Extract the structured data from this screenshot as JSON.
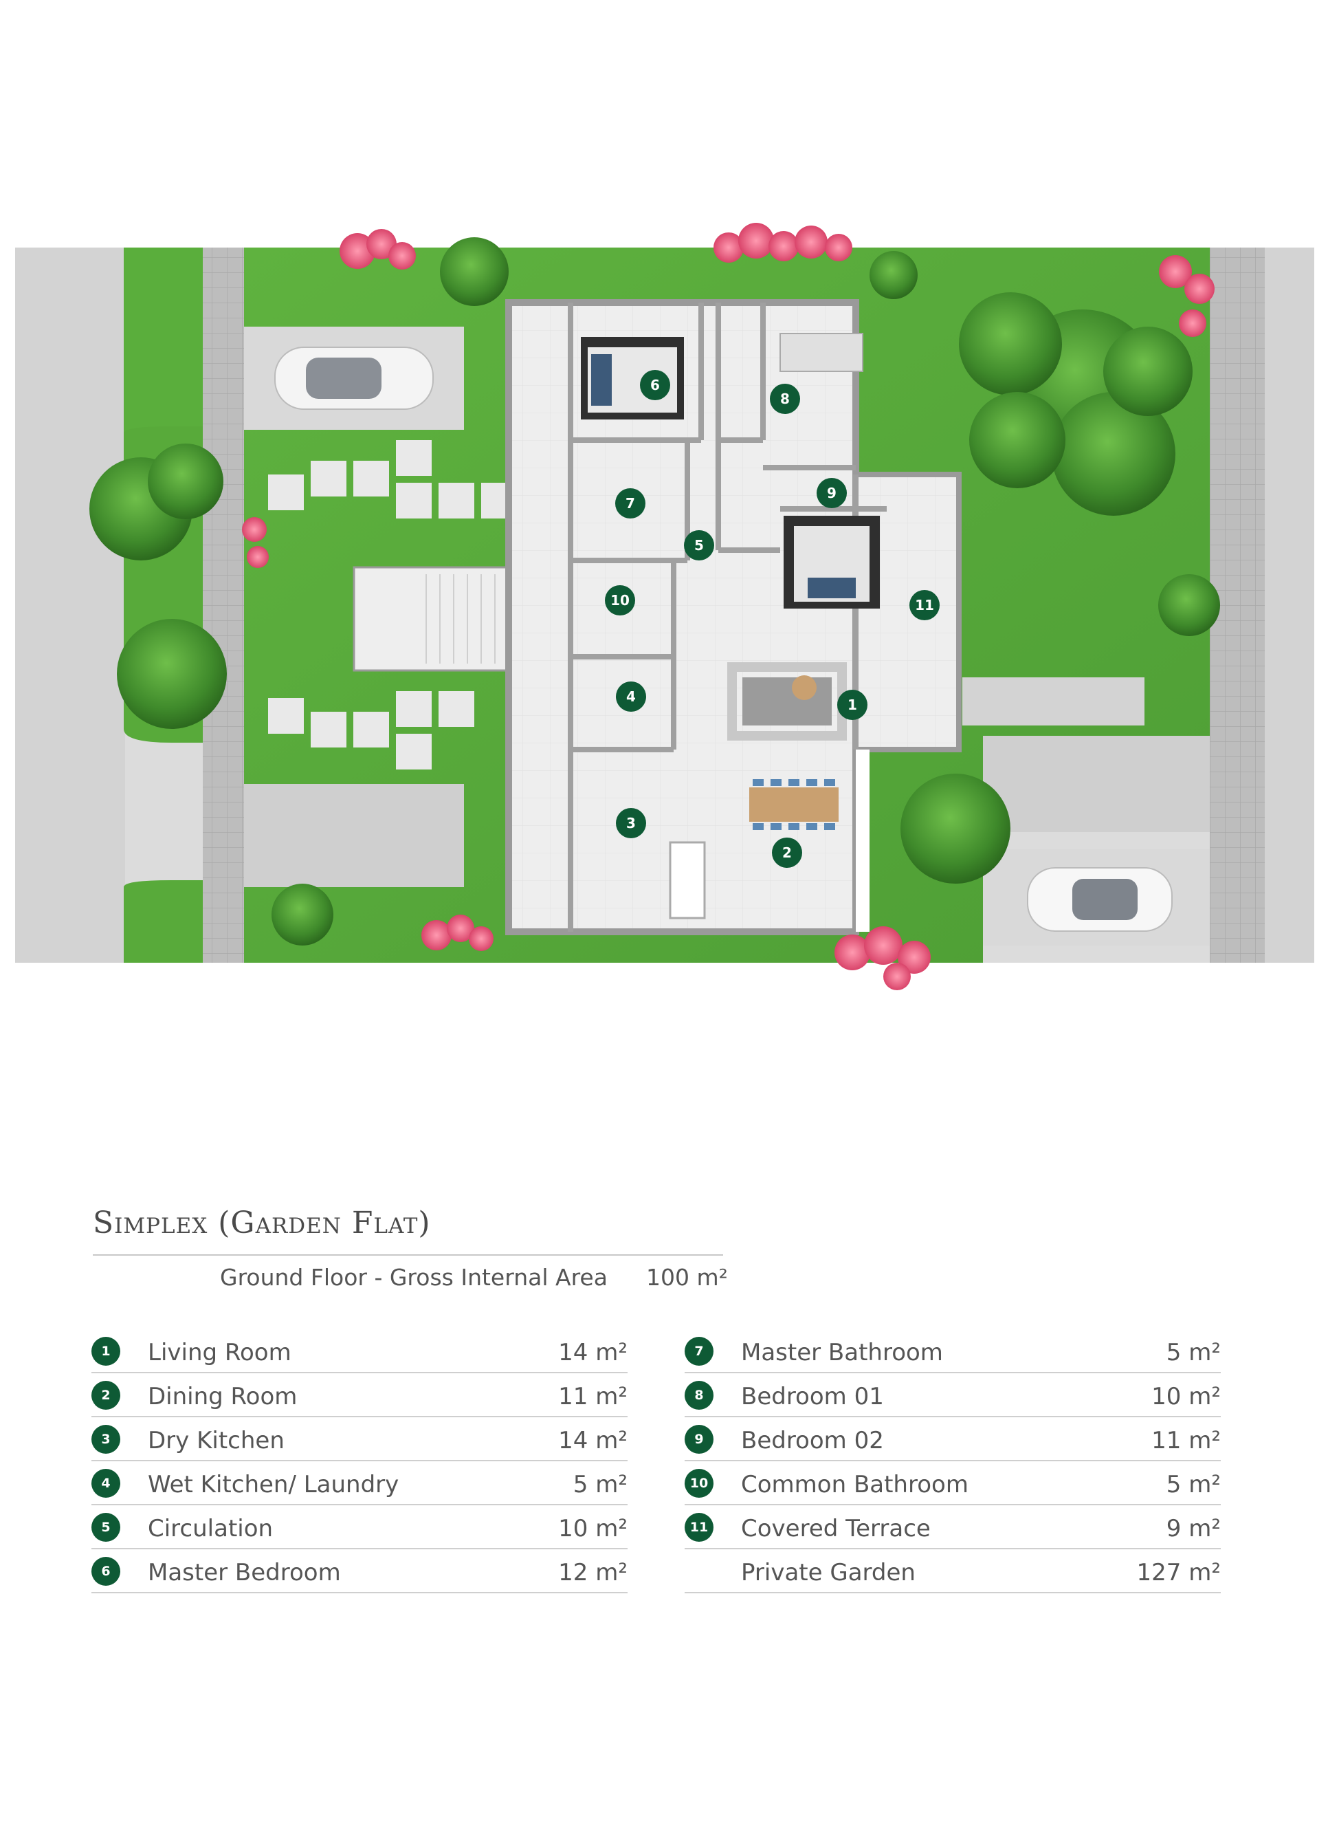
{
  "title": "Simplex (Garden Flat)",
  "gross_area": {
    "label": "Ground Floor - Gross Internal Area",
    "value": "100 m²"
  },
  "rooms_left": [
    {
      "num": "1",
      "name": "Living Room",
      "area": "14 m²"
    },
    {
      "num": "2",
      "name": "Dining Room",
      "area": "11 m²"
    },
    {
      "num": "3",
      "name": "Dry Kitchen",
      "area": "14 m²"
    },
    {
      "num": "4",
      "name": "Wet Kitchen/ Laundry",
      "area": "5 m²"
    },
    {
      "num": "5",
      "name": "Circulation",
      "area": "10 m²"
    },
    {
      "num": "6",
      "name": "Master Bedroom",
      "area": "12 m²"
    }
  ],
  "rooms_right": [
    {
      "num": "7",
      "name": "Master Bathroom",
      "area": "5 m²"
    },
    {
      "num": "8",
      "name": "Bedroom 01",
      "area": "10 m²"
    },
    {
      "num": "9",
      "name": "Bedroom 02",
      "area": "11 m²"
    },
    {
      "num": "10",
      "name": "Common Bathroom",
      "area": "5 m²"
    },
    {
      "num": "11",
      "name": "Covered Terrace",
      "area": "9 m²"
    },
    {
      "num": "",
      "name": "Private Garden",
      "area": "127 m²"
    }
  ],
  "colors": {
    "marker": "#0e5a35",
    "lawn": "#55a83a",
    "paving": "#d6d6d6",
    "walls": "#9a9a9a"
  },
  "plan_markers": [
    "1",
    "2",
    "3",
    "4",
    "5",
    "6",
    "7",
    "8",
    "9",
    "10",
    "11"
  ]
}
